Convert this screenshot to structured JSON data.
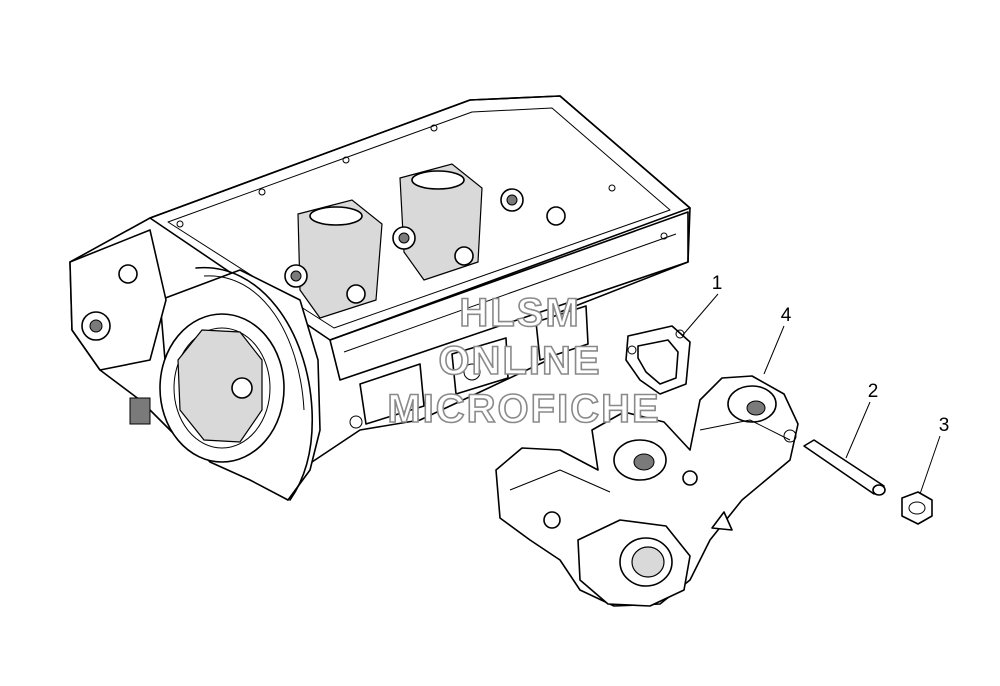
{
  "callouts": [
    {
      "id": "1",
      "label": "1"
    },
    {
      "id": "2",
      "label": "2"
    },
    {
      "id": "3",
      "label": "3"
    },
    {
      "id": "4",
      "label": "4"
    }
  ],
  "watermark": {
    "line1": "HLSM",
    "line2": "ONLINE",
    "line3": "MICROFICHE",
    "color": "#8a8a8a"
  }
}
